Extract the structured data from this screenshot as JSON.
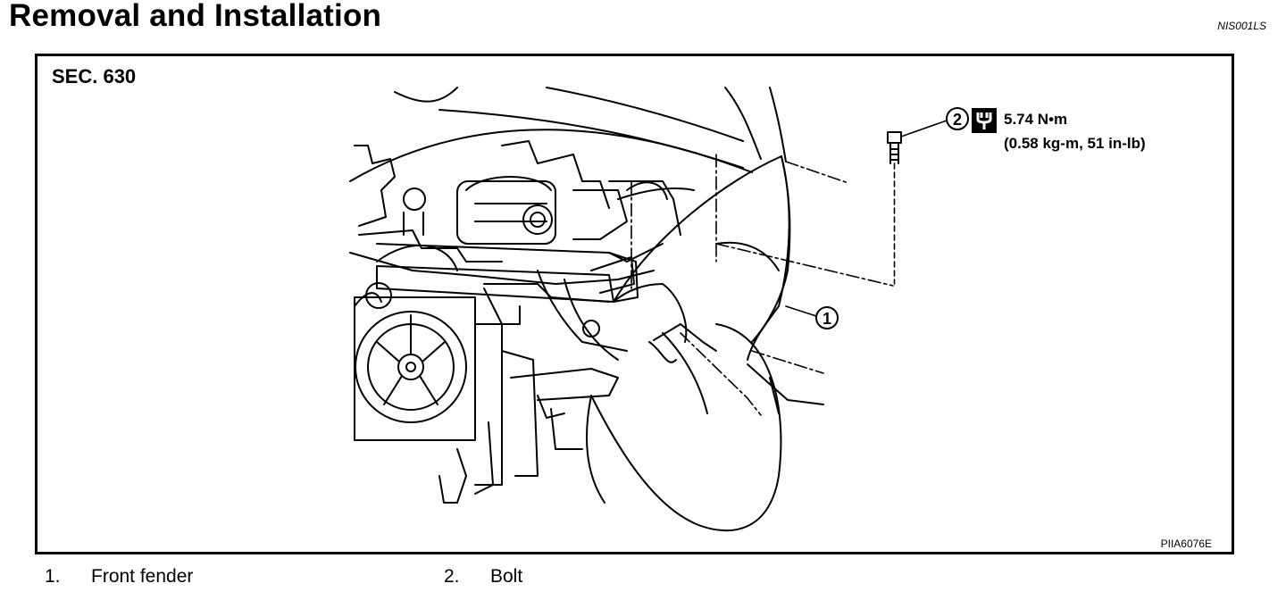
{
  "header": {
    "title": "Removal and Installation",
    "code": "NIS001LS"
  },
  "figure": {
    "section": "SEC. 630",
    "figure_code": "PIIA6076E",
    "callouts": [
      {
        "number": "1"
      },
      {
        "number": "2"
      }
    ],
    "torque": {
      "icon": "torque-wrench-icon",
      "value": "5.74 N•m",
      "alt": "(0.58 kg-m, 51 in-lb)"
    }
  },
  "legend": [
    {
      "number": "1.",
      "label": "Front fender"
    },
    {
      "number": "2.",
      "label": "Bolt"
    }
  ]
}
